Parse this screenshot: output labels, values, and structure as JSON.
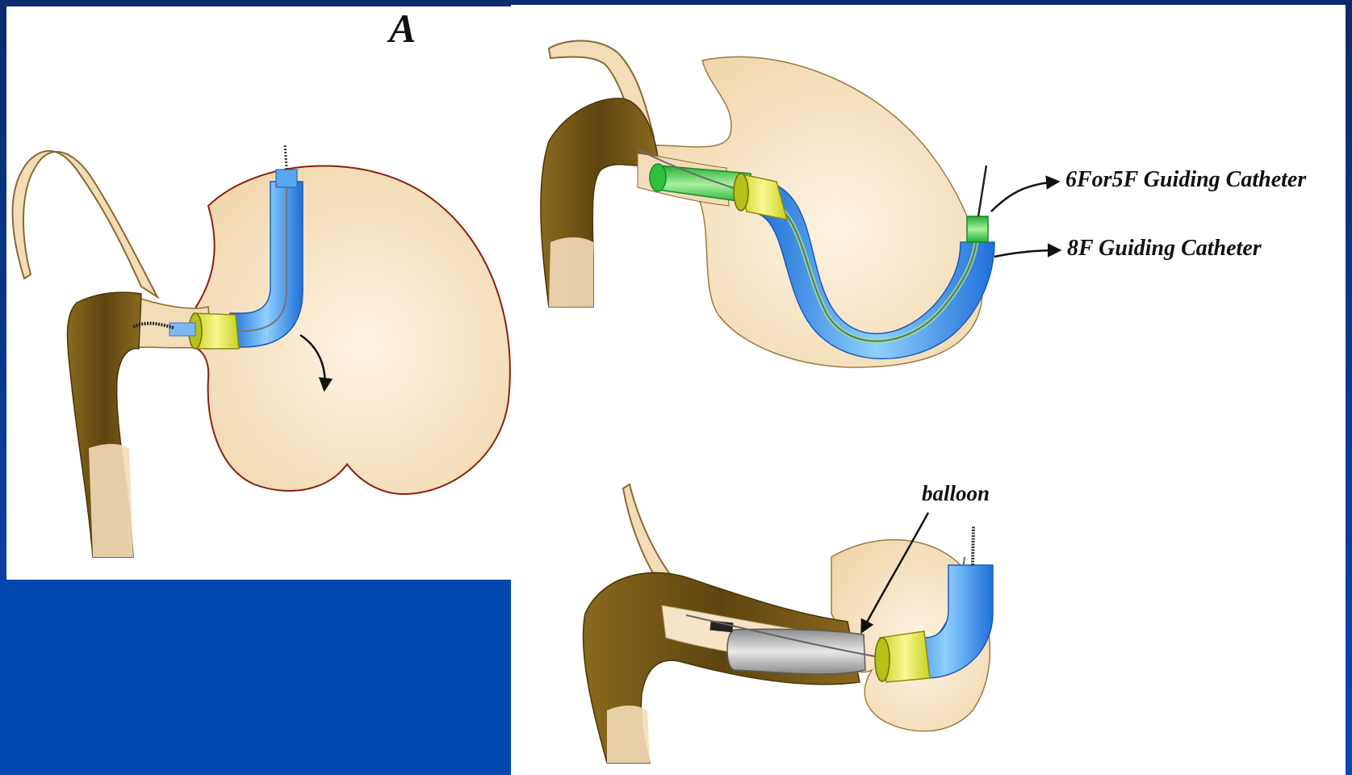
{
  "panel_a": {
    "letter": "A"
  },
  "catheter_labels": {
    "inner": "6For5F Guiding Catheter",
    "outer": "8F Guiding Catheter"
  },
  "balloon_label": "balloon",
  "colors": {
    "slide_background": "#0a3c9a",
    "lower_left_box": "#0048b0",
    "tissue": "#f3dcb8",
    "dark_tissue": "#7a5a14",
    "catheter_8f": "#3a8ee8",
    "catheter_6f": "#35c84a",
    "catheter_tip": "#f2f25a",
    "balloon": "#b8b8b8"
  },
  "icons": [
    "curved-arrow-icon",
    "pointer-arrow-icon"
  ]
}
